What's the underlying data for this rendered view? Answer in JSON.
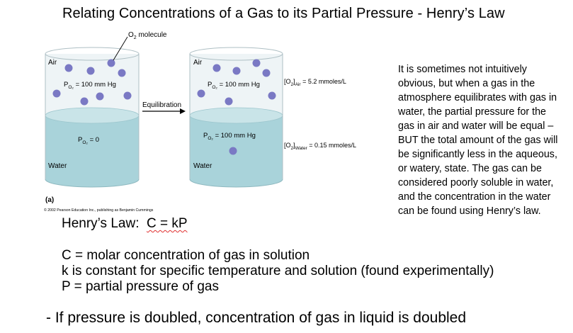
{
  "title": "Relating Concentrations of a Gas to its Partial Pressure - Henry’s Law",
  "figure": {
    "o2_callout": {
      "main": "O",
      "sub": "2",
      "tail": " molecule"
    },
    "left_beaker": {
      "air_label": "Air",
      "air_pressure": {
        "p": "P",
        "sub": "O₂",
        "rest": " = 100 mm Hg"
      },
      "water_label": "Water",
      "water_pressure": {
        "p": "P",
        "sub": "O₂",
        "rest": " = 0"
      }
    },
    "arrow_label": "Equilibration",
    "right_beaker": {
      "air_label": "Air",
      "air_pressure": {
        "p": "P",
        "sub": "O₂",
        "rest": " = 100 mm Hg"
      },
      "water_label": "Water",
      "water_pressure": {
        "p": "P",
        "sub": "O₂",
        "rest": " = 100 mm Hg"
      }
    },
    "air_concentration": {
      "open": "[O",
      "sub1": "2",
      "close": "]",
      "sub2": "Air",
      "rest": " = 5.2 mmoles/L"
    },
    "water_concentration": {
      "open": "[O",
      "sub1": "2",
      "close": "]",
      "sub2": "Water",
      "rest": " = 0.15 mmoles/L"
    },
    "panel_label": "(a)",
    "copyright": "© 2002 Pearson Education Inc., publishing as Benjamin Cummings",
    "colors": {
      "molecule": "#7a79c4",
      "water": "#a9d3da",
      "water_surface": "#c9e4e8",
      "glass": "#e9f1f3"
    }
  },
  "side_text": "It is sometimes not intuitively obvious, but when a gas in the atmosphere equilibrates with gas in water, the partial pressure for the gas in air and water will be equal – BUT the total amount of the gas will be significantly less in the aqueous, or watery, state. The gas can be considered poorly soluble in water, and the concentration in the water can be found using Henry’s law.",
  "law": {
    "label": "Henry’s Law:  ",
    "formula": "C = kP"
  },
  "definitions": [
    "C = molar concentration of gas in solution",
    "k is constant for specific temperature and solution (found experimentally)",
    "P = partial pressure of gas"
  ],
  "conclusion": "- If pressure is doubled, concentration of gas in liquid is doubled"
}
